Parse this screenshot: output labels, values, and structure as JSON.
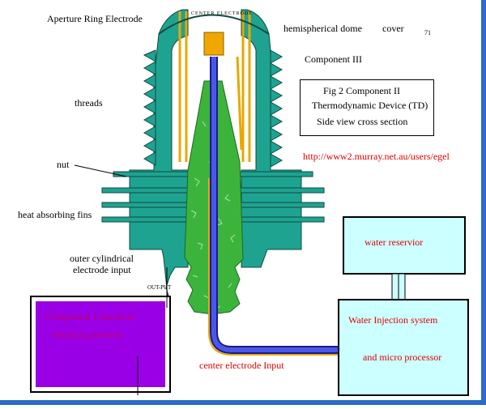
{
  "labels": {
    "aperture": "Aperture Ring Electrode",
    "dome": "hemispherical dome",
    "cover": "cover",
    "component3": "Component III",
    "threads": "threads",
    "nut": "nut",
    "fins": "heat absorbing fins",
    "outer1": "outer cylindrical",
    "outer2": "electrode input",
    "output": "OUT-PUT",
    "center_input": "center electrode Input",
    "center_lettering": "CENTER ELECTRODE",
    "page_mark": "71"
  },
  "caption": {
    "line1": "Fig 2 Component II",
    "line2": "Thermodynamic Device (TD)",
    "line3": "Side view cross section"
  },
  "url": "http://www2.murray.net.au/users/egel",
  "boxes": {
    "water_reservoir": "water reservior",
    "water_injection_1": "Water Injection system",
    "water_injection_2": "and micro processor",
    "generator_1": "Component I electrical",
    "generator_2": "function generator"
  },
  "colors": {
    "body": "#1fa391",
    "electrode_blue": "#2030c8",
    "gold": "#e8a800",
    "green_fill": "#3cb43c",
    "purple": "#9a00e6",
    "water_box": "#ccffff",
    "label_red": "#e00000"
  }
}
